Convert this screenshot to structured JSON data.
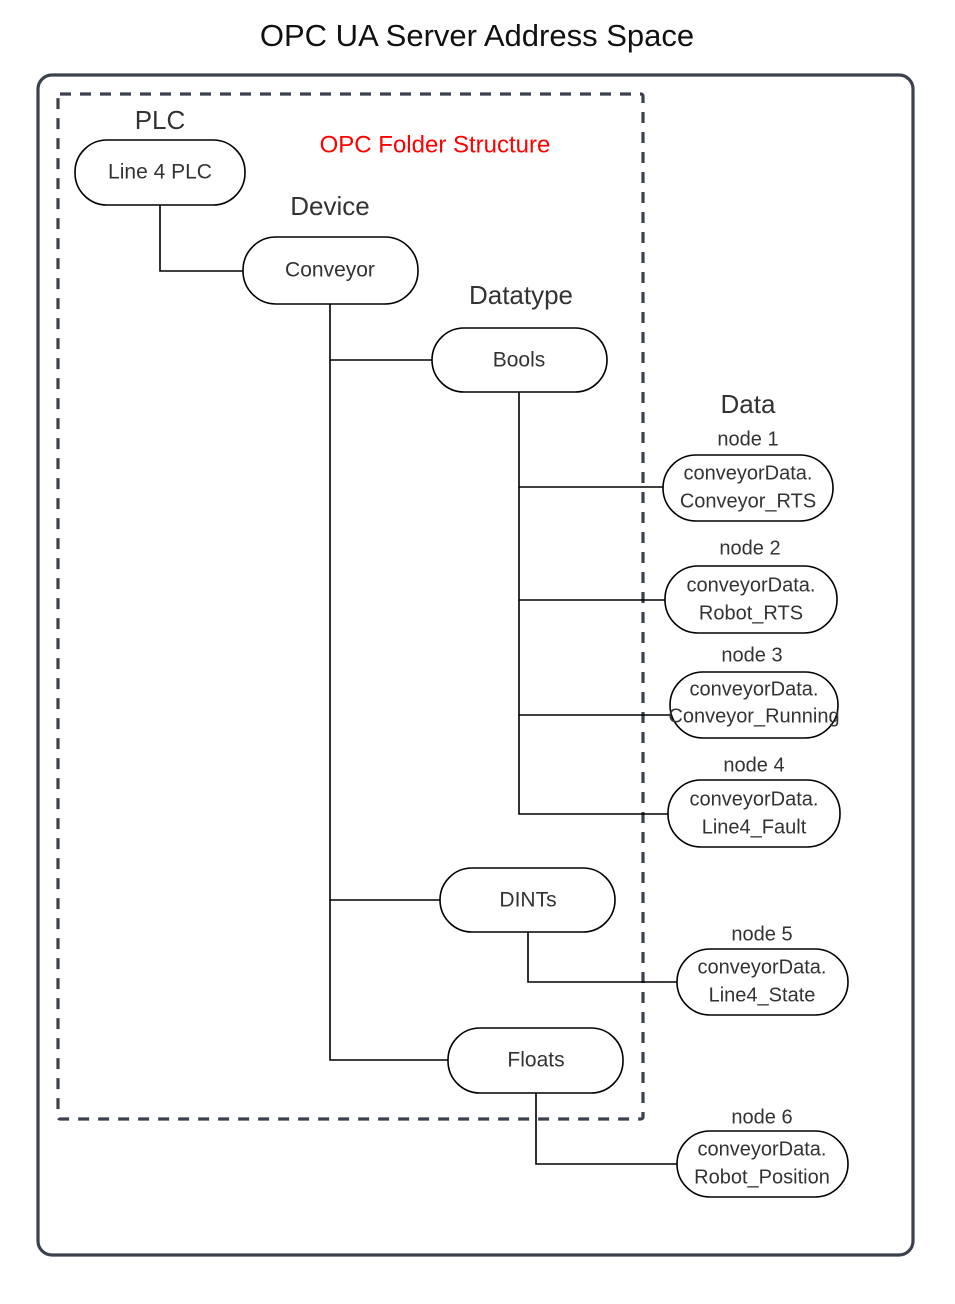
{
  "page": {
    "title": "OPC UA Server Address Space",
    "accent_color": "#ff0000",
    "frame_color": "#3c414e",
    "node_color": "#000000"
  },
  "annotations": {
    "folder_structure_label": "OPC Folder Structure"
  },
  "column_labels": {
    "plc": "PLC",
    "device": "Device",
    "datatype": "Datatype",
    "data": "Data"
  },
  "nodes": {
    "plc": {
      "label": "Line 4 PLC"
    },
    "device": {
      "label": "Conveyor"
    },
    "datatypes": [
      {
        "label": "Bools"
      },
      {
        "label": "DINTs"
      },
      {
        "label": "Floats"
      }
    ],
    "data_nodes": [
      {
        "caption": "node 1",
        "line1": "conveyorData.",
        "line2": "Conveyor_RTS"
      },
      {
        "caption": "node 2",
        "line1": "conveyorData.",
        "line2": "Robot_RTS"
      },
      {
        "caption": "node 3",
        "line1": "conveyorData.",
        "line2": "Conveyor_Running"
      },
      {
        "caption": "node 4",
        "line1": "conveyorData.",
        "line2": "Line4_Fault"
      },
      {
        "caption": "node 5",
        "line1": "conveyorData.",
        "line2": "Line4_State"
      },
      {
        "caption": "node 6",
        "line1": "conveyorData.",
        "line2": "Robot_Position"
      }
    ]
  }
}
